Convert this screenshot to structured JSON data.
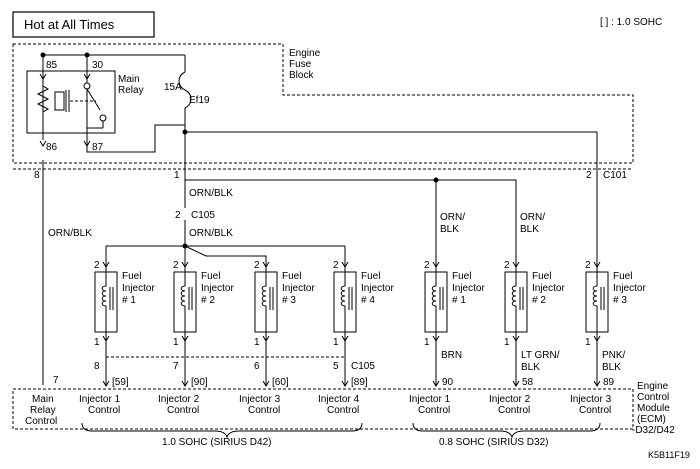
{
  "header": {
    "title": "Hot at All Times",
    "note": "[ ] : 1.0 SOHC"
  },
  "fuse_block": {
    "label_line1": "Engine",
    "label_line2": "Fuse",
    "label_line3": "Block",
    "fuse_rating": "15A",
    "fuse_id": "Ef19"
  },
  "main_relay": {
    "label_line1": "Main",
    "label_line2": "Relay",
    "pin_85": "85",
    "pin_30": "30",
    "pin_86": "86",
    "pin_87": "87"
  },
  "connectors": {
    "c101_pin8": "8",
    "c101_pin1": "1",
    "c101_pin2": "2",
    "c101_label": "C101",
    "c105_pin2": "2",
    "c105_label": "C105",
    "c105_bottom_label": "C105"
  },
  "wires": {
    "main_relay_wire": "ORN/BLK",
    "main_feed_wire": "ORN/BLK",
    "c105_wire": "ORN/BLK",
    "d32_inj1_wire_l1": "ORN/",
    "d32_inj1_wire_l2": "BLK",
    "d32_inj2_wire_l1": "ORN/",
    "d32_inj2_wire_l2": "BLK"
  },
  "injectors_d42": [
    {
      "name_l1": "Fuel",
      "name_l2": "Injector",
      "name_l3": "# 1",
      "top_pin": "2",
      "bottom_pin": "1",
      "conn_pin": "8",
      "ecm_pin": "[59]",
      "ecm_l1": "Injector 1",
      "ecm_l2": "Control"
    },
    {
      "name_l1": "Fuel",
      "name_l2": "Injector",
      "name_l3": "# 2",
      "top_pin": "2",
      "bottom_pin": "1",
      "conn_pin": "7",
      "ecm_pin": "[90]",
      "ecm_l1": "Injector 2",
      "ecm_l2": "Control"
    },
    {
      "name_l1": "Fuel",
      "name_l2": "Injector",
      "name_l3": "# 3",
      "top_pin": "2",
      "bottom_pin": "1",
      "conn_pin": "6",
      "ecm_pin": "[60]",
      "ecm_l1": "Injector 3",
      "ecm_l2": "Control"
    },
    {
      "name_l1": "Fuel",
      "name_l2": "Injector",
      "name_l3": "# 4",
      "top_pin": "2",
      "bottom_pin": "1",
      "conn_pin": "5",
      "ecm_pin": "[89]",
      "ecm_l1": "Injector 4",
      "ecm_l2": "Control"
    }
  ],
  "injectors_d32": [
    {
      "name_l1": "Fuel",
      "name_l2": "Injector",
      "name_l3": "# 1",
      "top_pin": "2",
      "bottom_pin": "1",
      "wire_l1": "BRN",
      "wire_l2": "",
      "ecm_pin": "90",
      "ecm_l1": "Injector 1",
      "ecm_l2": "Control"
    },
    {
      "name_l1": "Fuel",
      "name_l2": "Injector",
      "name_l3": "# 2",
      "top_pin": "2",
      "bottom_pin": "1",
      "wire_l1": "LT GRN/",
      "wire_l2": "BLK",
      "ecm_pin": "58",
      "ecm_l1": "Injector 2",
      "ecm_l2": "Control"
    },
    {
      "name_l1": "Fuel",
      "name_l2": "Injector",
      "name_l3": "# 3",
      "top_pin": "2",
      "bottom_pin": "1",
      "wire_l1": "PNK/",
      "wire_l2": "BLK",
      "ecm_pin": "89",
      "ecm_l1": "Injector 3",
      "ecm_l2": "Control"
    }
  ],
  "ecm": {
    "relay_pin": "7",
    "relay_l1": "Main",
    "relay_l2": "Relay",
    "relay_l3": "Control",
    "label_l1": "Engine",
    "label_l2": "Control",
    "label_l3": "Module",
    "label_l4": "(ECM)",
    "label_l5": "-D32/D42",
    "group_d42": "1.0 SOHC (SIRIUS D42)",
    "group_d32": "0.8 SOHC (SIRIUS D32)"
  },
  "figure_id": "K5B11F19"
}
